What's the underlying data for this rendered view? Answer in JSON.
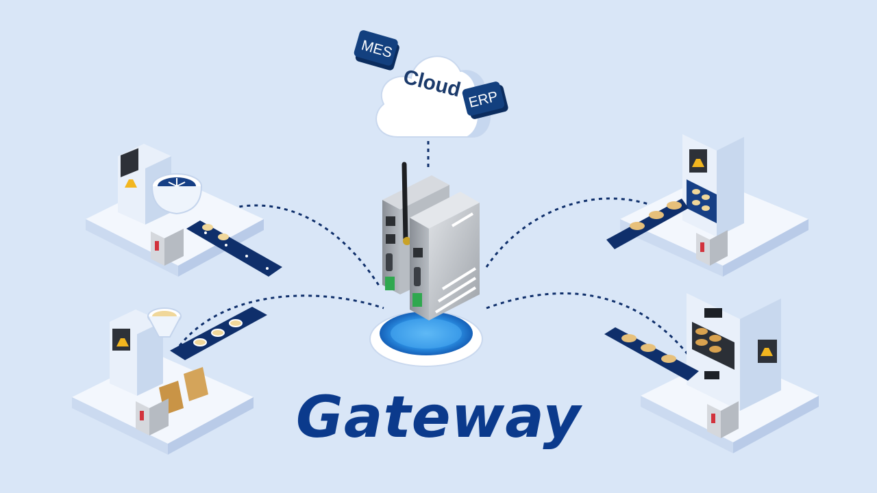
{
  "title": "Gateway",
  "cloud": {
    "label": "Cloud",
    "tags": {
      "left": "MES",
      "right": "ERP"
    }
  },
  "colors": {
    "background": "#d9e6f7",
    "title": "#0b3a8c",
    "tag": "#13407f",
    "link": "#0f2f6b",
    "conveyor": "#0f2f6b",
    "platform": "#f3f7fd"
  },
  "icons": [
    "cloud-icon",
    "gateway-device-icon",
    "antenna-icon",
    "mixer-icon",
    "oven-icon",
    "packaging-icon",
    "control-panel-icon",
    "flask-icon",
    "bread-icon",
    "conveyor-icon"
  ]
}
